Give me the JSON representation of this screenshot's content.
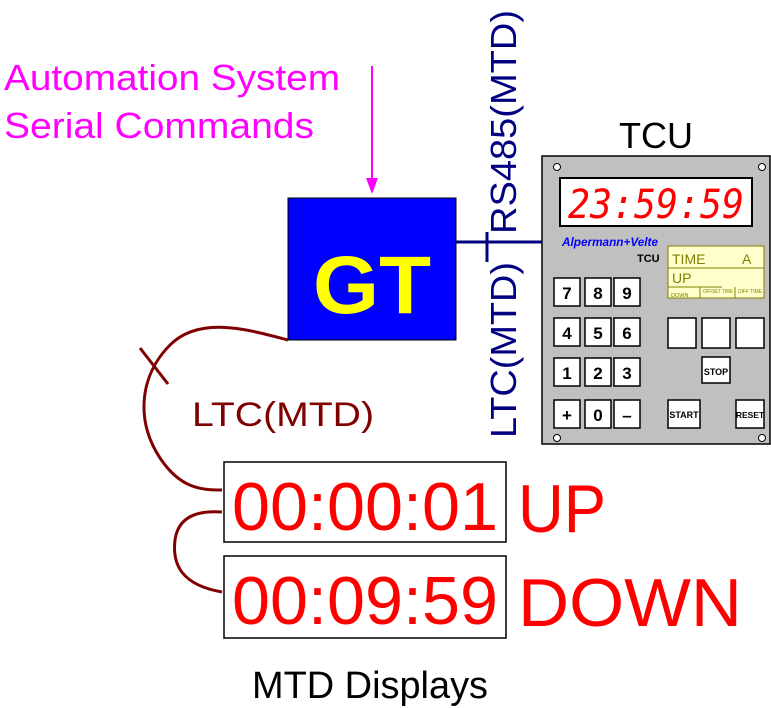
{
  "annotation": {
    "line1": "Automation System",
    "line2": "Serial Commands",
    "color": "#ff00ff"
  },
  "gt_box": {
    "label": "GT",
    "fill": "#0000ff",
    "text_color": "#ffff00"
  },
  "links": {
    "rs485": "RS485(MTD)",
    "ltc_vertical": "LTC(MTD)",
    "ltc_loop": "LTC(MTD)",
    "bus_color": "#000080",
    "cable_color": "#800000"
  },
  "tcu": {
    "title": "TCU",
    "readout": "23:59:59",
    "brand": "Alpermann+Velte",
    "model": "TCU",
    "mode_label": "TIME",
    "mode_letter": "A",
    "direction": "UP",
    "sub_labels": {
      "down": "DOWN",
      "offset": "OFFSET TIME",
      "diff": "DIFF TIME"
    },
    "keys": [
      "7",
      "8",
      "9",
      "4",
      "5",
      "6",
      "1",
      "2",
      "3",
      "+",
      "0",
      "–"
    ],
    "stop": "STOP",
    "start": "START",
    "reset": "RESET",
    "panel_color": "#c0c0c0",
    "lcd_color": "#ffffcc",
    "led_color": "#ff0000"
  },
  "displays": {
    "rows": [
      {
        "time": "00:00:01",
        "mode": "UP"
      },
      {
        "time": "00:09:59",
        "mode": "DOWN"
      }
    ],
    "caption": "MTD Displays",
    "digit_color": "#ff0000"
  }
}
